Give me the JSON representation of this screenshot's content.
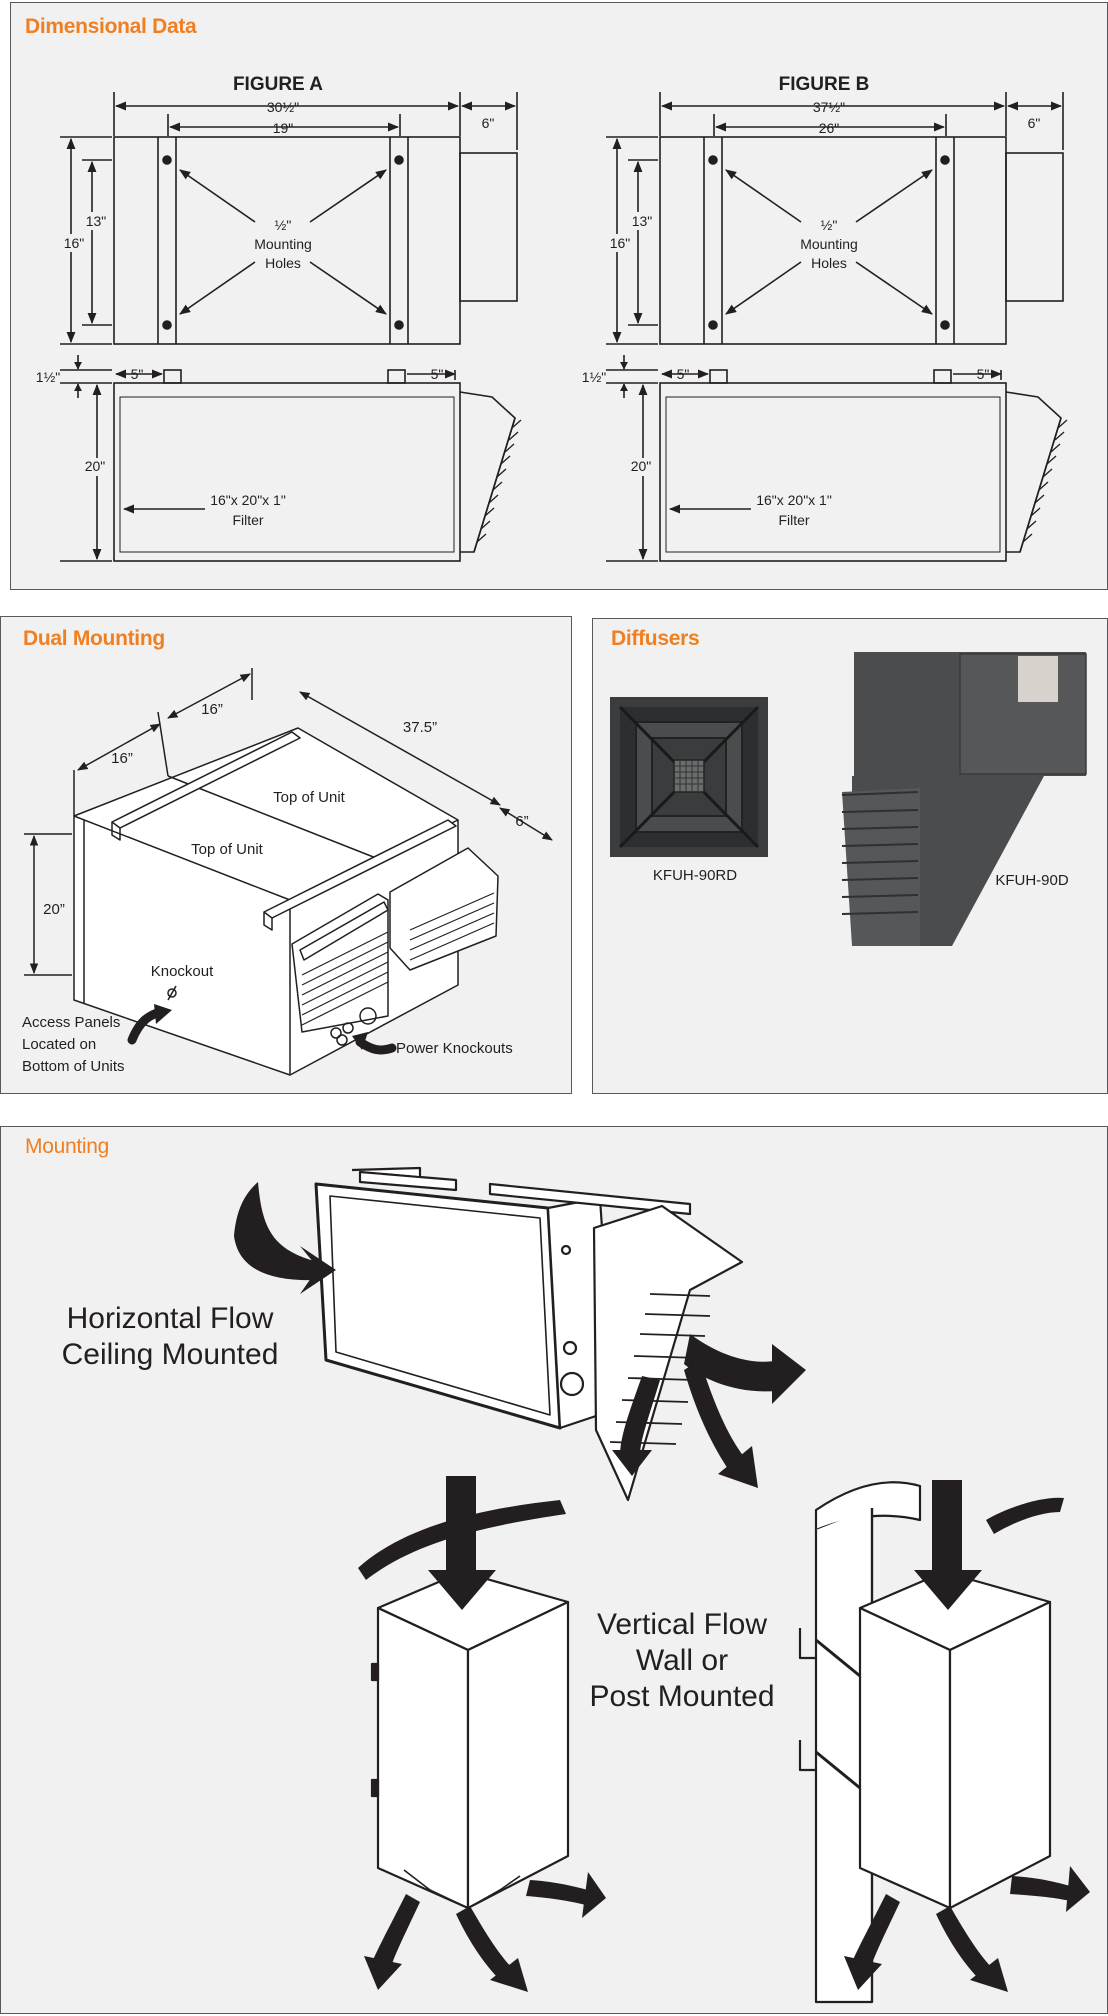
{
  "dimensional_data": {
    "title": "Dimensional Data",
    "figure_a": {
      "title": "FIGURE A",
      "overall_width": "30½\"",
      "hole_span": "19\"",
      "outlet_depth": "6\"",
      "height": "16\"",
      "hole_height": "13\"",
      "mount_holes": [
        "½\"",
        "Mounting",
        "Holes"
      ],
      "tab_offset_left": "5\"",
      "tab_offset_right": "5\"",
      "tab_height": "1½\"",
      "side_height": "20\"",
      "filter": [
        "16\"x 20\"x 1\"",
        "Filter"
      ]
    },
    "figure_b": {
      "title": "FIGURE B",
      "overall_width": "37½\"",
      "hole_span": "26\"",
      "outlet_depth": "6\"",
      "height": "16\"",
      "hole_height": "13\"",
      "mount_holes": [
        "½\"",
        "Mounting",
        "Holes"
      ],
      "tab_offset_left": "5\"",
      "tab_offset_right": "5\"",
      "tab_height": "1½\"",
      "side_height": "20\"",
      "filter": [
        "16\"x 20\"x 1\"",
        "Filter"
      ]
    }
  },
  "dual_mounting": {
    "title": "Dual Mounting",
    "dim_left_width": "16”",
    "dim_right_width": "16”",
    "dim_length": "37.5”",
    "dim_outlet": "6”",
    "dim_height": "20”",
    "top_of_unit_1": "Top of Unit",
    "top_of_unit_2": "Top of Unit",
    "knockout": "Knockout",
    "access_panels": [
      "Access Panels",
      "Located on",
      "Bottom of Units"
    ],
    "power_knockouts": "Power Knockouts"
  },
  "diffusers": {
    "title": "Diffusers",
    "model_1": "KFUH-90RD",
    "model_2": "KFUH-90D"
  },
  "mounting": {
    "title": "Mounting",
    "horizontal": [
      "Horizontal Flow",
      "Ceiling Mounted"
    ],
    "vertical": [
      "Vertical Flow",
      "Wall or",
      "Post Mounted"
    ]
  },
  "colors": {
    "accent": "#f07f22",
    "panel_bg": "#f1f1f2",
    "ink": "#231f20",
    "unit_gray": "#4a4c4d"
  }
}
